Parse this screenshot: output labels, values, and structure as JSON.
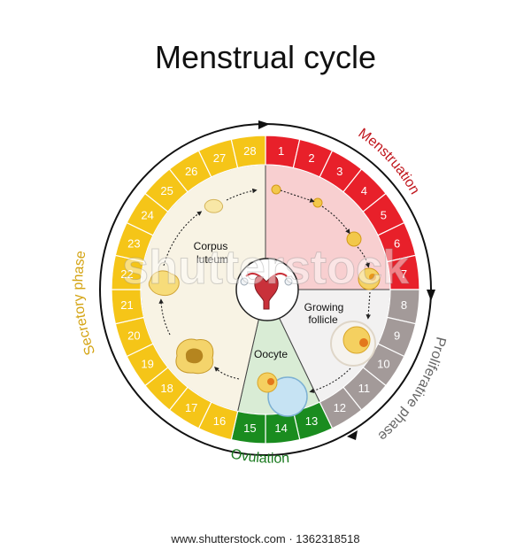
{
  "title": "Menstrual cycle",
  "footer": "www.shutterstock.com · 1362318518",
  "watermark": "shutterstock",
  "phases": {
    "menstruation": "Menstruation",
    "proliferative": "Proliferative phase",
    "secretory": "Secretory phase",
    "ovulation": "Ovulation"
  },
  "inner_labels": {
    "corpus_luteum_1": "Corpus",
    "corpus_luteum_2": "luteum",
    "growing_follicle_1": "Growing",
    "growing_follicle_2": "follicle",
    "oocyte": "Oocyte"
  },
  "days": [
    "1",
    "2",
    "3",
    "4",
    "5",
    "6",
    "7",
    "8",
    "9",
    "10",
    "11",
    "12",
    "13",
    "14",
    "15",
    "16",
    "17",
    "18",
    "19",
    "20",
    "21",
    "22",
    "23",
    "24",
    "25",
    "26",
    "27",
    "28"
  ],
  "colors": {
    "menstruation": "#e8202a",
    "menstruation_label": "#c0151c",
    "proliferative": "#a39a99",
    "ovulation": "#1a8c1f",
    "secretory": "#f5c518",
    "secretory_label": "#d4a414",
    "menstruation_bg": "#f8cfd0",
    "follicle_bg": "#f2f1f1",
    "oocyte_bg": "#d9ecd5",
    "luteal_bg": "#f8f3e4"
  }
}
